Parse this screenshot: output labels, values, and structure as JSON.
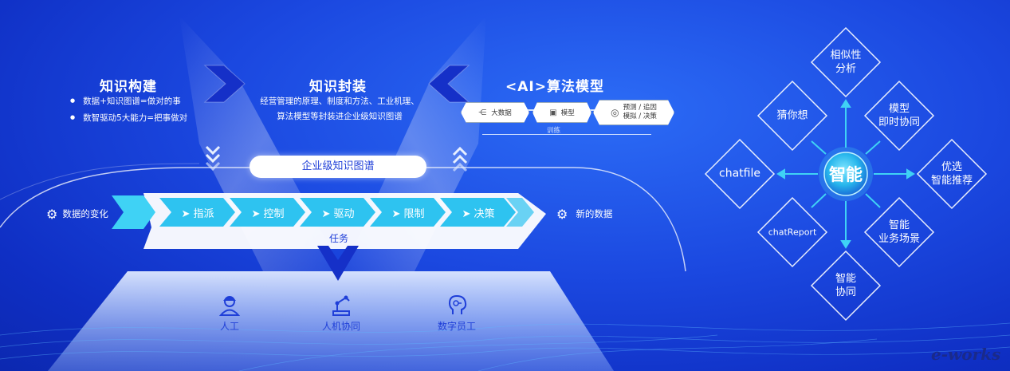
{
  "knowledge_build": {
    "title": "知识构建",
    "bullets": [
      "数据+知识图谱=做对的事",
      "数智驱动5大能力=把事做对"
    ]
  },
  "knowledge_pack": {
    "title": "知识封装",
    "lines": [
      "经营管理的原理、制度和方法、工业机理、",
      "算法模型等封装进企业级知识图谱"
    ]
  },
  "algo": {
    "title": "<AI>算法模型",
    "steps": [
      "大数据",
      "模型",
      "预测 / 追因",
      "模拟 / 决策"
    ],
    "train_label": "训练"
  },
  "graph_pill": "企业级知识图谱",
  "flow": {
    "left_label": "数据的变化",
    "right_label": "新的数据",
    "steps": [
      "指派",
      "控制",
      "驱动",
      "限制",
      "决策"
    ],
    "task_label": "任务"
  },
  "roles": [
    "人工",
    "人机协同",
    "数字员工"
  ],
  "smart": {
    "center": "智能",
    "nodes": {
      "top": [
        "相似性",
        "分析"
      ],
      "top_left": [
        "猜你想"
      ],
      "top_right": [
        "模型",
        "即时协同"
      ],
      "left": [
        "chatfile"
      ],
      "right": [
        "优选",
        "智能推荐"
      ],
      "bottom_left": [
        "chatReport"
      ],
      "bottom_right": [
        "智能",
        "业务场景"
      ],
      "bottom": [
        "智能",
        "协同"
      ]
    }
  },
  "watermark": "e-works",
  "colors": {
    "background": "#1b48e0",
    "accent_cyan": "#3fd2f5",
    "white": "#ffffff"
  }
}
